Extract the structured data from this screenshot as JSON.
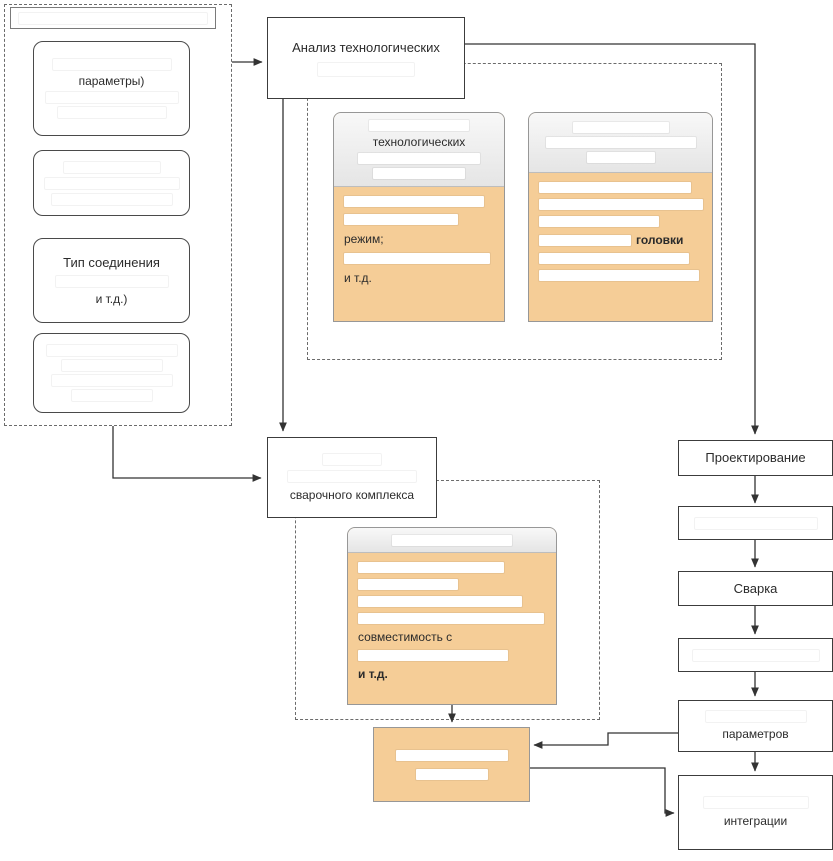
{
  "diagram": {
    "colors": {
      "card_fill": "#f5cd97",
      "header_fill": "#efefef",
      "line_color": "#333333"
    }
  },
  "left_panel": {
    "geometry_box": {
      "line2": "параметры)"
    },
    "joint_box": {
      "title": "Тип соединения",
      "line3": "и т.д.)"
    }
  },
  "analysis_box": {
    "title": "Анализ технологических"
  },
  "tech_card": {
    "header_line2": "технологических",
    "mode_line": "режим;",
    "etc_line": "и т.д."
  },
  "system_card": {
    "bold_word": "головки"
  },
  "complex_box": {
    "line3": "сварочного комплекса"
  },
  "robot_card": {
    "compat_line": "совместимость с",
    "etc_line": "и т.д."
  },
  "right_column": {
    "design_label": "Проектирование",
    "welding_label": "Сварка",
    "params_line2": "параметров",
    "integration_line2": "интеграции"
  }
}
